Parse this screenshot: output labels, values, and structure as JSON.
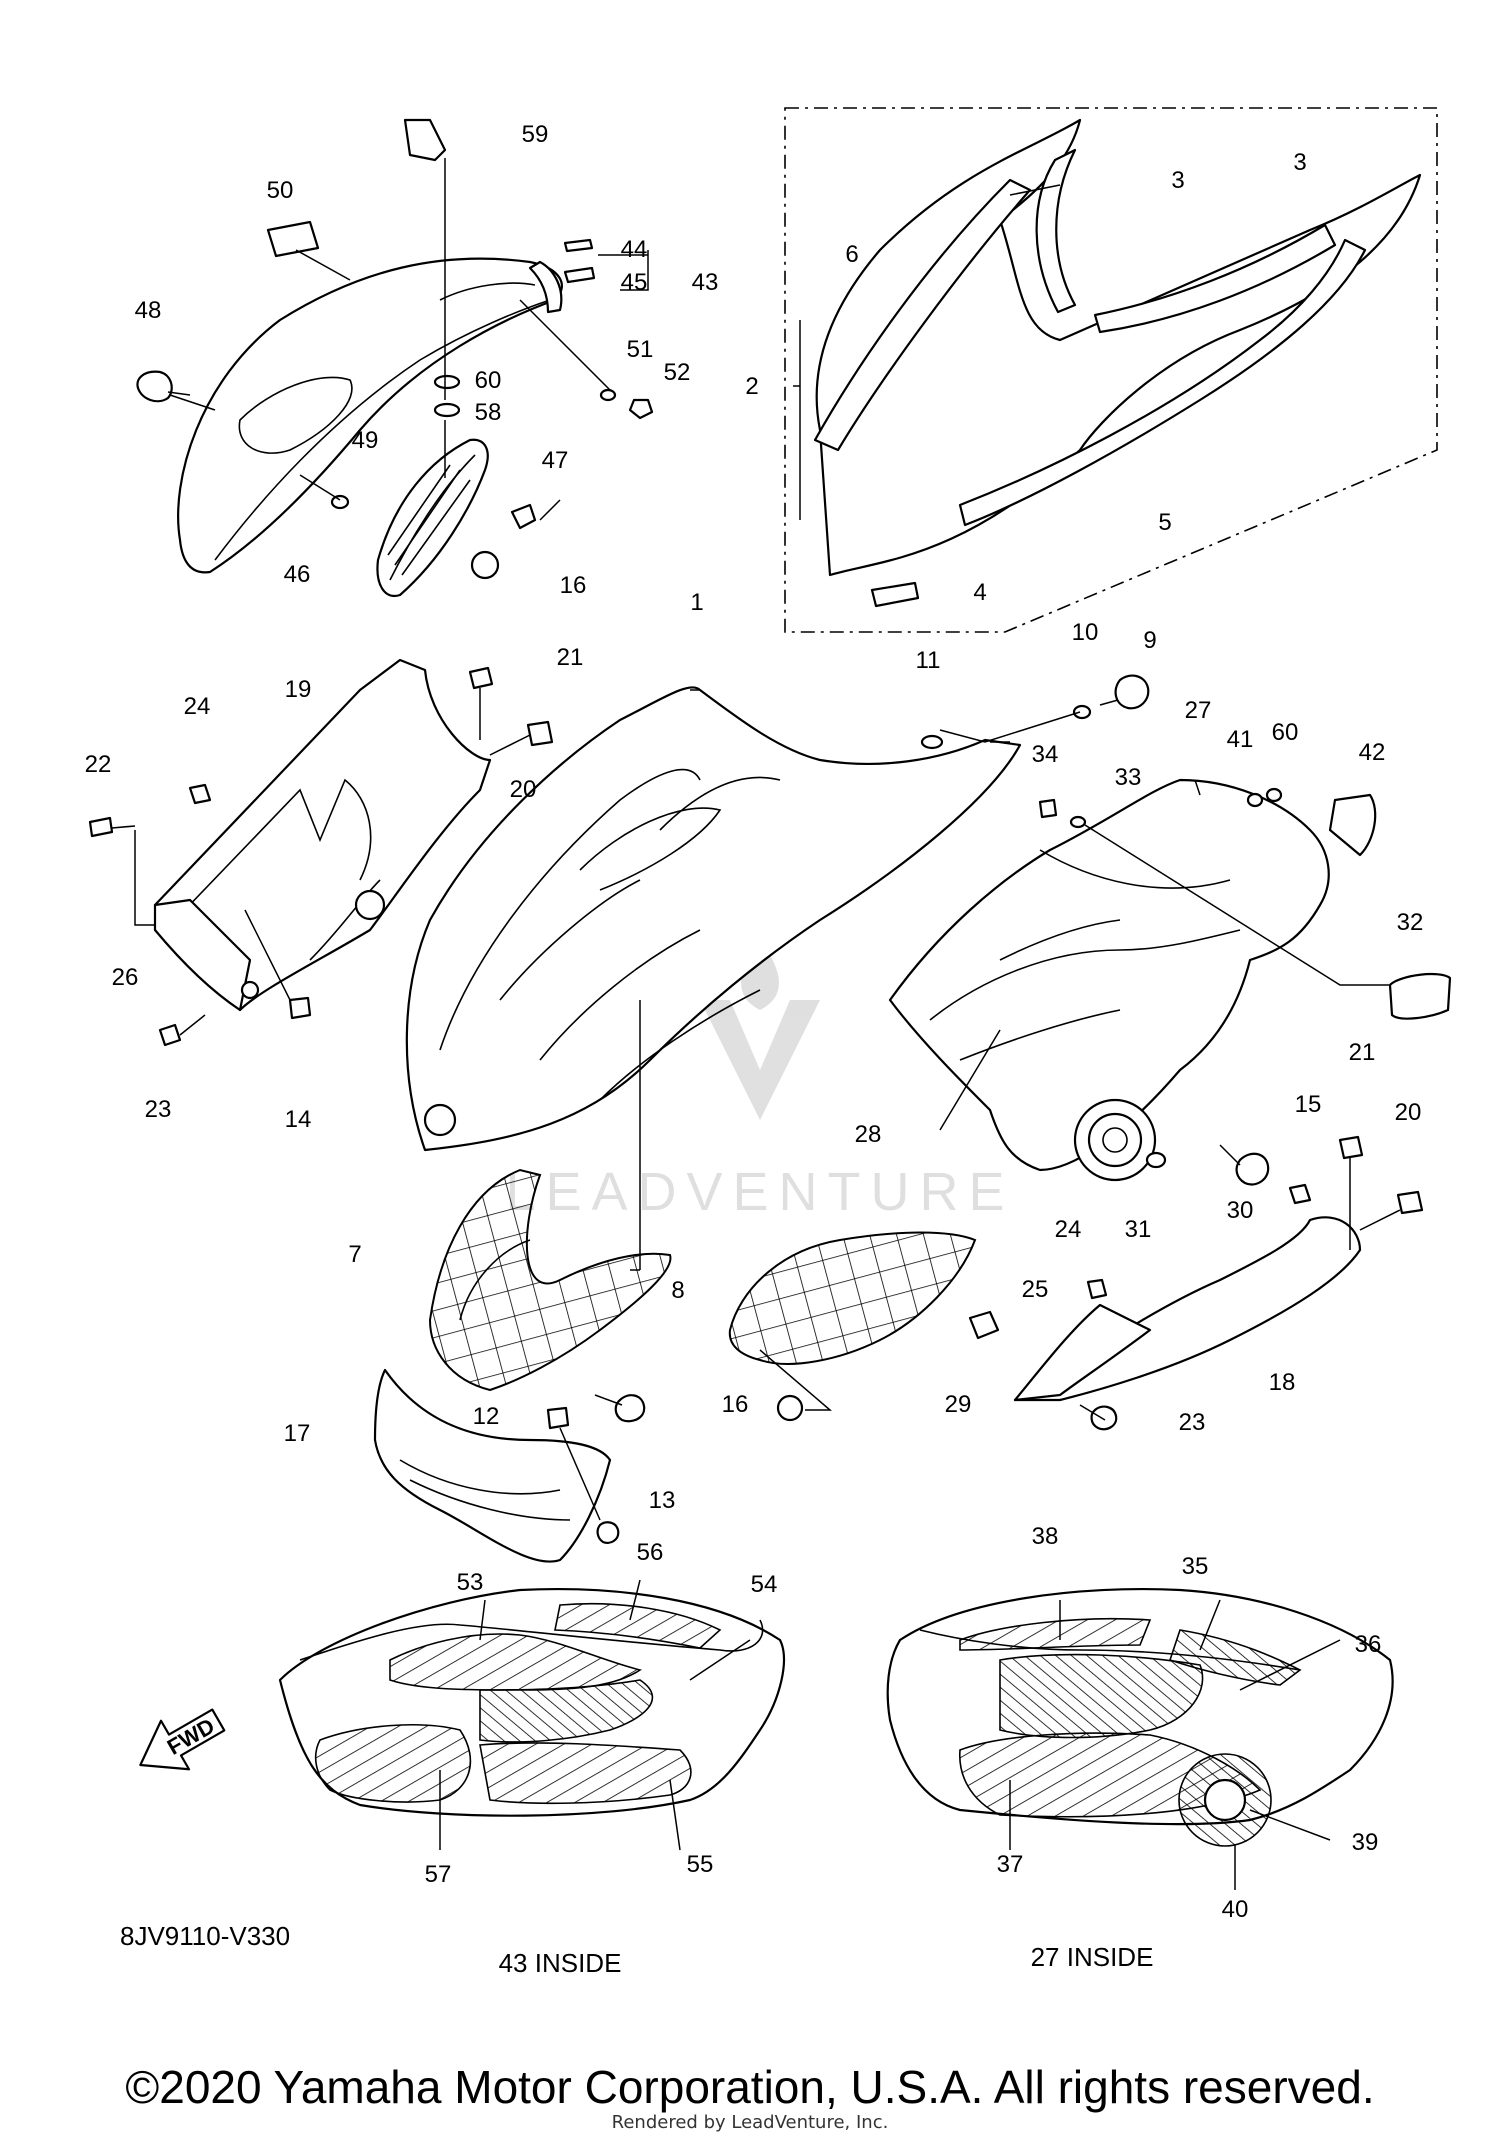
{
  "diagram": {
    "part_code": "8JV9110-V330",
    "fwd_label": "FWD",
    "inside_43": "43 INSIDE",
    "inside_27": "27 INSIDE",
    "watermark": "LEADVENTURE",
    "callouts": {
      "c1": "1",
      "c2": "2",
      "c3a": "3",
      "c3b": "3",
      "c4": "4",
      "c5": "5",
      "c6": "6",
      "c7": "7",
      "c8": "8",
      "c9": "9",
      "c10": "10",
      "c11": "11",
      "c12": "12",
      "c13": "13",
      "c14": "14",
      "c15": "15",
      "c16a": "16",
      "c16b": "16",
      "c17": "17",
      "c18": "18",
      "c19": "19",
      "c20a": "20",
      "c20b": "20",
      "c21a": "21",
      "c21b": "21",
      "c22": "22",
      "c23a": "23",
      "c23b": "23",
      "c24a": "24",
      "c24b": "24",
      "c25": "25",
      "c26": "26",
      "c27": "27",
      "c28": "28",
      "c29": "29",
      "c30": "30",
      "c31": "31",
      "c32": "32",
      "c33": "33",
      "c34": "34",
      "c35": "35",
      "c36": "36",
      "c37": "37",
      "c38": "38",
      "c39": "39",
      "c40": "40",
      "c41": "41",
      "c42": "42",
      "c43": "43",
      "c44": "44",
      "c45": "45",
      "c46": "46",
      "c47": "47",
      "c48": "48",
      "c49": "49",
      "c50": "50",
      "c51": "51",
      "c52": "52",
      "c53": "53",
      "c54": "54",
      "c55": "55",
      "c56": "56",
      "c57": "57",
      "c58": "58",
      "c59": "59",
      "c60a": "60",
      "c60b": "60"
    }
  },
  "footer": {
    "copyright": "©2020 Yamaha Motor Corporation, U.S.A. All rights reserved.",
    "rendered_by": "Rendered by LeadVenture, Inc."
  }
}
